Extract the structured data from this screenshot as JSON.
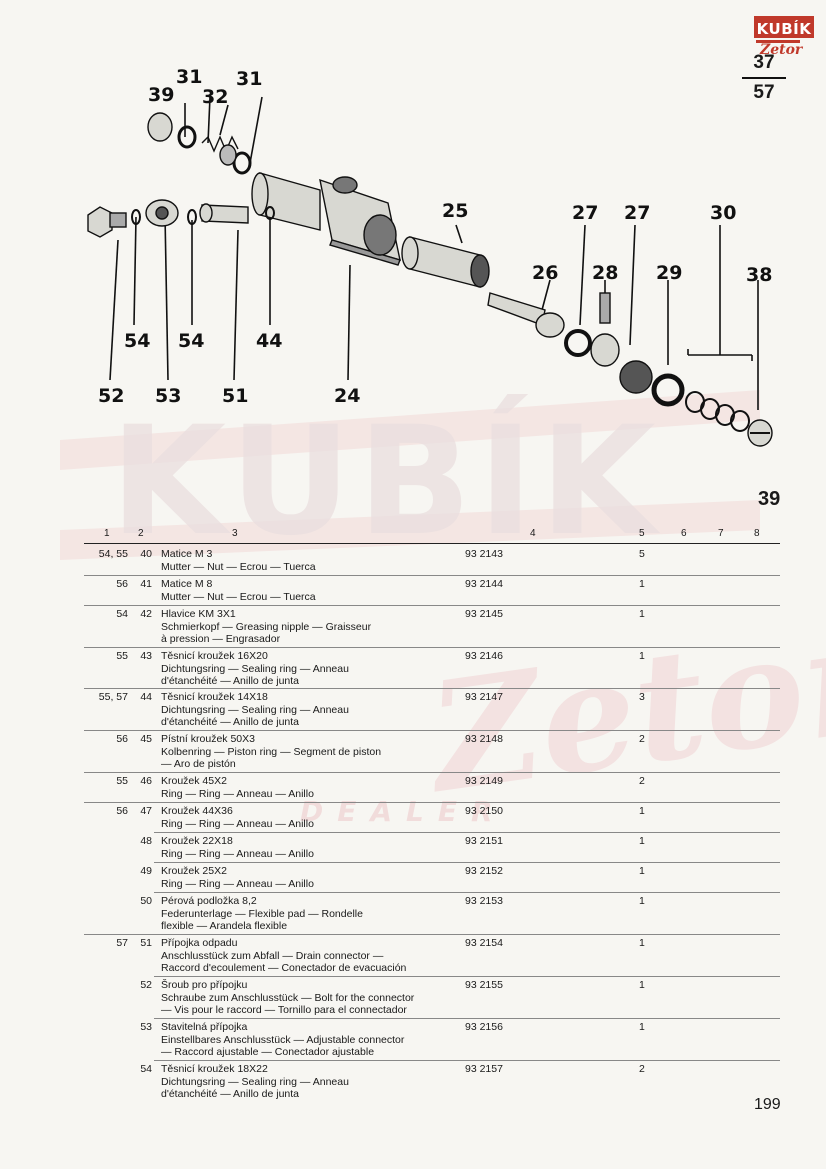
{
  "brand": {
    "name": "KUBÍK",
    "script": "Zetor",
    "dealer": "DEALER"
  },
  "page_ref": {
    "top": "37",
    "bottom": "57"
  },
  "figure_number": "39",
  "page_number": "199",
  "callouts": [
    "39",
    "31",
    "32",
    "31",
    "25",
    "27",
    "27",
    "30",
    "28",
    "26",
    "29",
    "38",
    "54",
    "54",
    "44",
    "52",
    "53",
    "51",
    "24"
  ],
  "columns": [
    "1",
    "2",
    "3",
    "4",
    "5",
    "6",
    "7",
    "8"
  ],
  "rows": [
    {
      "fig": "54, 55",
      "pos": "40",
      "desc": [
        "Matice M 3",
        "Mutter — Nut — Ecrou — Tuerca"
      ],
      "part": "93 2143",
      "qty": "5"
    },
    {
      "fig": "56",
      "pos": "41",
      "desc": [
        "Matice M 8",
        "Mutter — Nut — Ecrou — Tuerca"
      ],
      "part": "93 2144",
      "qty": "1"
    },
    {
      "fig": "54",
      "pos": "42",
      "desc": [
        "Hlavice KM 3X1",
        "Schmierkopf — Greasing nipple — Graisseur",
        "à pression — Engrasador"
      ],
      "part": "93 2145",
      "qty": "1"
    },
    {
      "fig": "55",
      "pos": "43",
      "desc": [
        "Těsnicí kroužek 16X20",
        "Dichtungsring — Sealing ring — Anneau",
        "d'étanchéité — Anillo de junta"
      ],
      "part": "93 2146",
      "qty": "1"
    },
    {
      "fig": "55, 57",
      "pos": "44",
      "desc": [
        "Těsnicí kroužek 14X18",
        "Dichtungsring — Sealing ring — Anneau",
        "d'étanchéité — Anillo de junta"
      ],
      "part": "93 2147",
      "qty": "3"
    },
    {
      "fig": "56",
      "pos": "45",
      "desc": [
        "Pístní kroužek 50X3",
        "Kolbenring — Piston ring — Segment de piston",
        "— Aro de pistón"
      ],
      "part": "93 2148",
      "qty": "2"
    },
    {
      "fig": "55",
      "pos": "46",
      "desc": [
        "Kroužek 45X2",
        "Ring — Ring — Anneau — Anillo"
      ],
      "part": "93 2149",
      "qty": "2"
    },
    {
      "fig": "56",
      "pos": "47",
      "desc": [
        "Kroužek 44X36",
        "Ring — Ring — Anneau — Anillo"
      ],
      "part": "93 2150",
      "qty": "1"
    },
    {
      "fig": "",
      "pos": "48",
      "desc": [
        "Kroužek 22X18",
        "Ring — Ring — Anneau — Anillo"
      ],
      "part": "93 2151",
      "qty": "1"
    },
    {
      "fig": "",
      "pos": "49",
      "desc": [
        "Kroužek 25X2",
        "Ring — Ring — Anneau — Anillo"
      ],
      "part": "93 2152",
      "qty": "1"
    },
    {
      "fig": "",
      "pos": "50",
      "desc": [
        "Pérová podložka 8,2",
        "Federunterlage — Flexible pad — Rondelle",
        "flexible — Arandela flexible"
      ],
      "part": "93 2153",
      "qty": "1"
    },
    {
      "fig": "57",
      "pos": "51",
      "desc": [
        "Přípojka odpadu",
        "Anschlusstück zum Abfall — Drain connector —",
        "Raccord d'ecoulement — Conectador de evacuación"
      ],
      "part": "93 2154",
      "qty": "1"
    },
    {
      "fig": "",
      "pos": "52",
      "desc": [
        "Šroub pro přípojku",
        "Schraube zum Anschlusstück — Bolt for the connector",
        "— Vis pour le raccord — Tornillo para el connectador"
      ],
      "part": "93 2155",
      "qty": "1"
    },
    {
      "fig": "",
      "pos": "53",
      "desc": [
        "Stavitelná přípojka",
        "Einstellbares Anschlusstück — Adjustable connector",
        "— Raccord ajustable — Conectador ajustable"
      ],
      "part": "93 2156",
      "qty": "1"
    },
    {
      "fig": "",
      "pos": "54",
      "desc": [
        "Těsnicí kroužek 18X22",
        "Dichtungsring — Sealing ring — Anneau",
        "d'étanchéité — Anillo de junta"
      ],
      "part": "93 2157",
      "qty": "2"
    }
  ]
}
